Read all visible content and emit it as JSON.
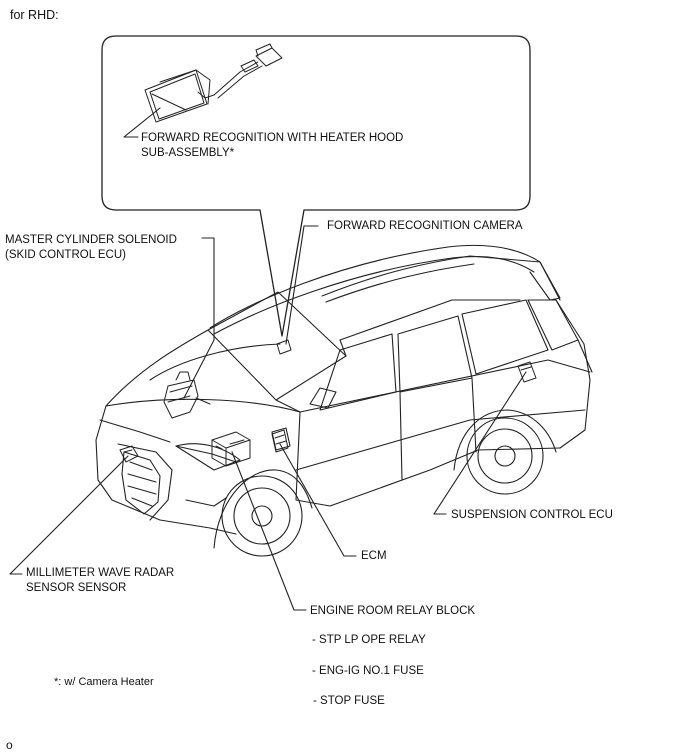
{
  "header": {
    "text": "for RHD:"
  },
  "inset": {
    "component_label_line1": "FORWARD RECOGNITION WITH HEATER HOOD",
    "component_label_line2": "SUB-ASSEMBLY*"
  },
  "labels": {
    "master_cylinder_line1": "MASTER CYLINDER SOLENOID",
    "master_cylinder_line2": "(SKID CONTROL ECU)",
    "forward_camera": "FORWARD RECOGNITION CAMERA",
    "suspension_ecu": "SUSPENSION CONTROL ECU",
    "ecm": "ECM",
    "millimeter_line1": "MILLIMETER WAVE RADAR",
    "millimeter_line2": "SENSOR SENSOR",
    "engine_room_relay": "ENGINE ROOM RELAY BLOCK",
    "relay_items": [
      "- STP LP OPE RELAY",
      "- ENG-IG NO.1 FUSE",
      "- STOP FUSE"
    ]
  },
  "footnote": "*: w/ Camera Heater",
  "corner_mark": "o",
  "colors": {
    "line": "#222222",
    "text": "#111111",
    "background": "#ffffff"
  },
  "icons": [
    "camera-hood-part",
    "master-cylinder-part",
    "relay-block-part",
    "ecm-part",
    "radar-sensor-part",
    "suspension-ecu-part",
    "forward-camera-part"
  ]
}
